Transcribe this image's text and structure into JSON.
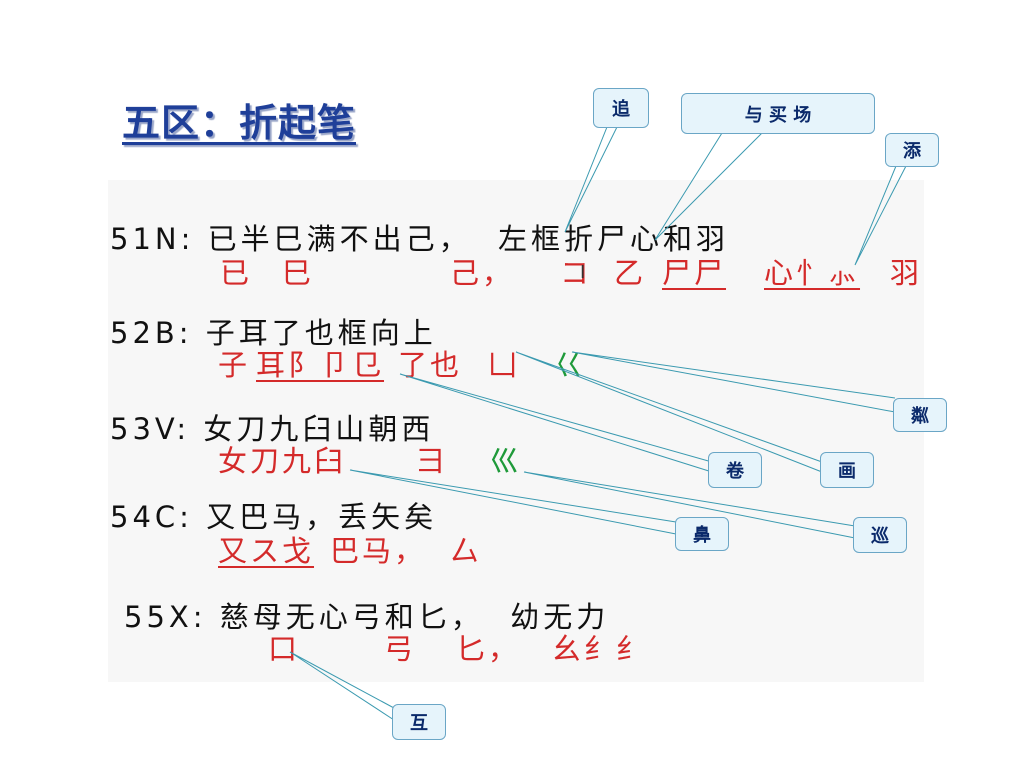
{
  "title": "五区：折起笔",
  "rows": [
    {
      "code": "51N:",
      "rhyme": "已半巳满不出己，  左框折尸心和羽",
      "parts": [
        "已",
        "巳",
        "己，",
        "コ",
        "乙",
        "尸尸",
        "心忄⺗",
        "羽"
      ]
    },
    {
      "code": "52B:",
      "rhyme": "子耳了也框向上",
      "parts": [
        "子",
        "耳阝卩㔾",
        "了也",
        "凵",
        "巜"
      ]
    },
    {
      "code": "53V:",
      "rhyme": "女刀九臼山朝西",
      "parts": [
        "女刀九臼",
        "彐",
        "巛"
      ]
    },
    {
      "code": "54C:",
      "rhyme": "又巴马，丢矢矣",
      "parts": [
        "又ス⼽",
        "巴马，",
        "厶"
      ]
    },
    {
      "code": "55X:",
      "rhyme": "慈母无心弓和匕，  幼无力",
      "parts": [
        "口",
        "弓",
        "匕，",
        "幺纟纟"
      ]
    }
  ],
  "callouts": {
    "zhui": "追",
    "yu_mai_chang": "与 买  场",
    "tian": "添",
    "lin": "粼",
    "juan": "卷",
    "hua": "画",
    "bi": "鼻",
    "xun": "巡",
    "hu": "互"
  }
}
